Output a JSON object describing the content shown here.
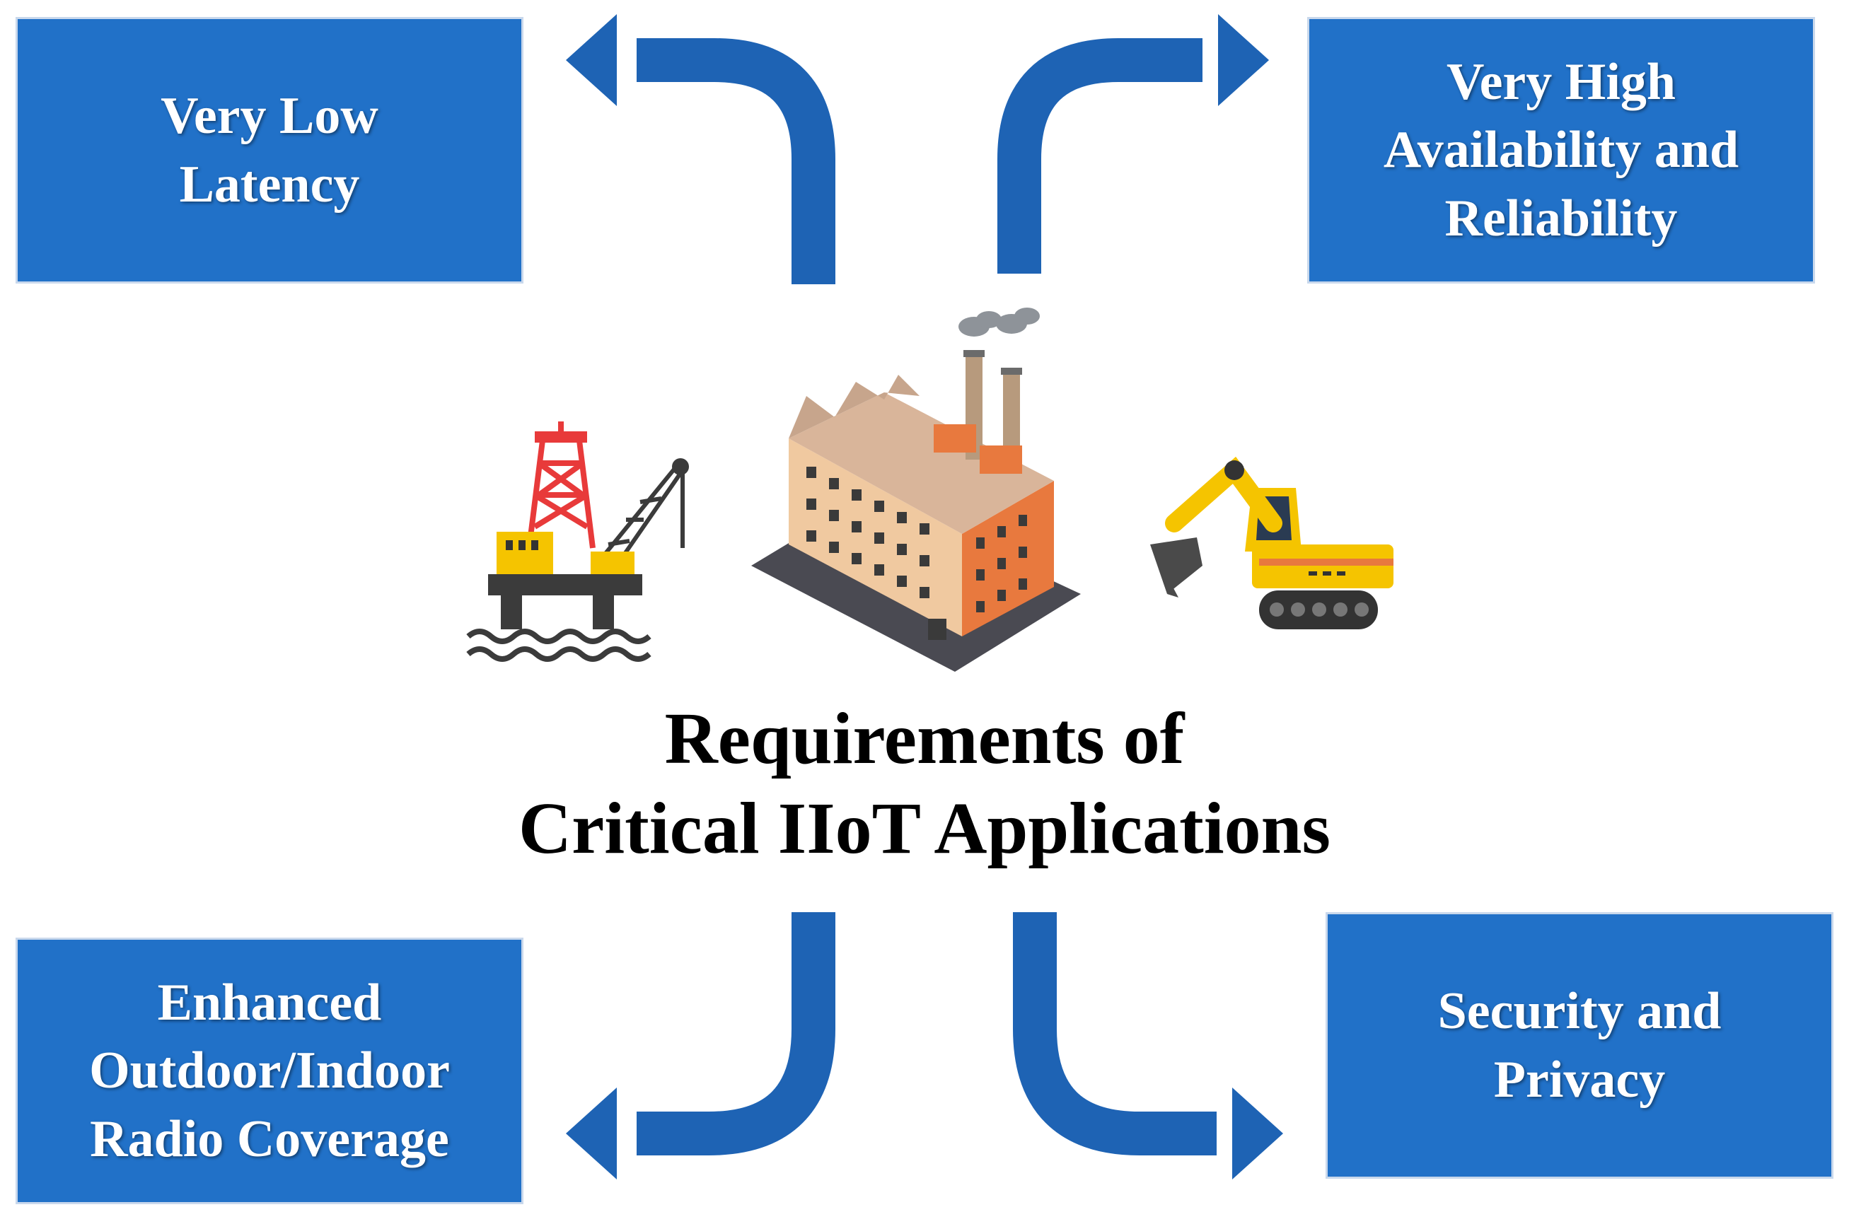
{
  "requirements": {
    "top_left": {
      "line1": "Very Low",
      "line2": "Latency"
    },
    "top_right": {
      "line1": "Very High",
      "line2": "Availability and",
      "line3": "Reliability"
    },
    "bottom_left": {
      "line1": "Enhanced",
      "line2": "Outdoor/Indoor",
      "line3": "Radio Coverage"
    },
    "bottom_right": {
      "line1": "Security and",
      "line2": "Privacy"
    }
  },
  "center_title": {
    "line1": "Requirements of",
    "line2": "Critical IIoT Applications"
  },
  "colors": {
    "box": "#2171c8",
    "arrow": "#1e63b4",
    "text_light": "#ffffff",
    "text_dark": "#000000"
  },
  "icons": [
    "offshore-oil-rig-icon",
    "factory-icon",
    "excavator-icon"
  ]
}
